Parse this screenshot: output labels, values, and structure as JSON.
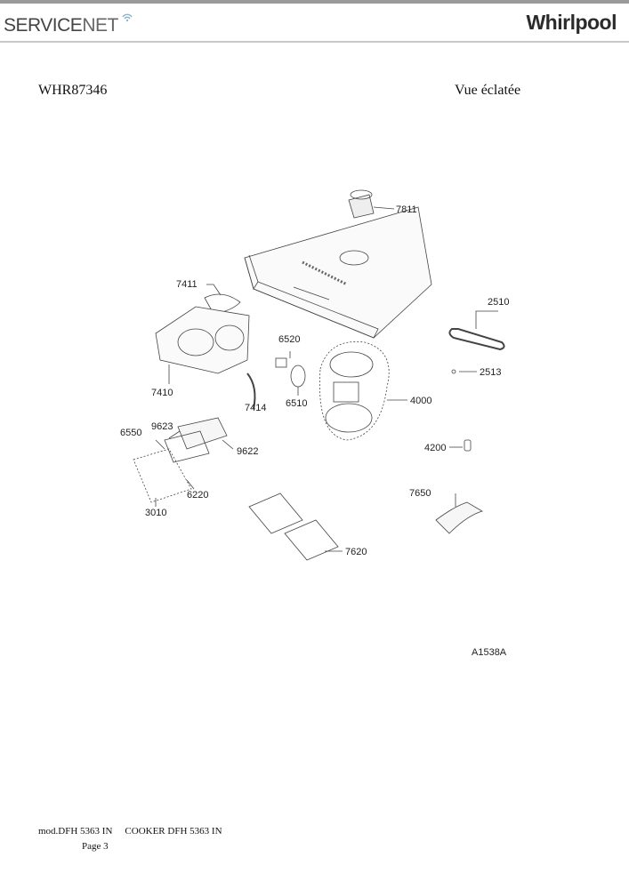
{
  "header": {
    "servicenet_text": "SERVICE",
    "servicenet_net": "NET",
    "whirlpool_text": "Whirlpool"
  },
  "document": {
    "model": "WHR87346",
    "view_title": "Vue éclatée"
  },
  "diagram": {
    "parts": {
      "p7811": "7811",
      "p2510": "2510",
      "p7411": "7411",
      "p6520": "6520",
      "p2513": "2513",
      "p7410": "7410",
      "p7414": "7414",
      "p6510": "6510",
      "p4000": "4000",
      "p9623": "9623",
      "p6550": "6550",
      "p9622": "9622",
      "p4200": "4200",
      "p6220": "6220",
      "p3010": "3010",
      "p7650": "7650",
      "p7620": "7620"
    },
    "ref": "A1538A"
  },
  "footer": {
    "mod": "mod.DFH 5363 IN",
    "cooker": "COOKER DFH 5363 IN",
    "page": "Page 3"
  }
}
